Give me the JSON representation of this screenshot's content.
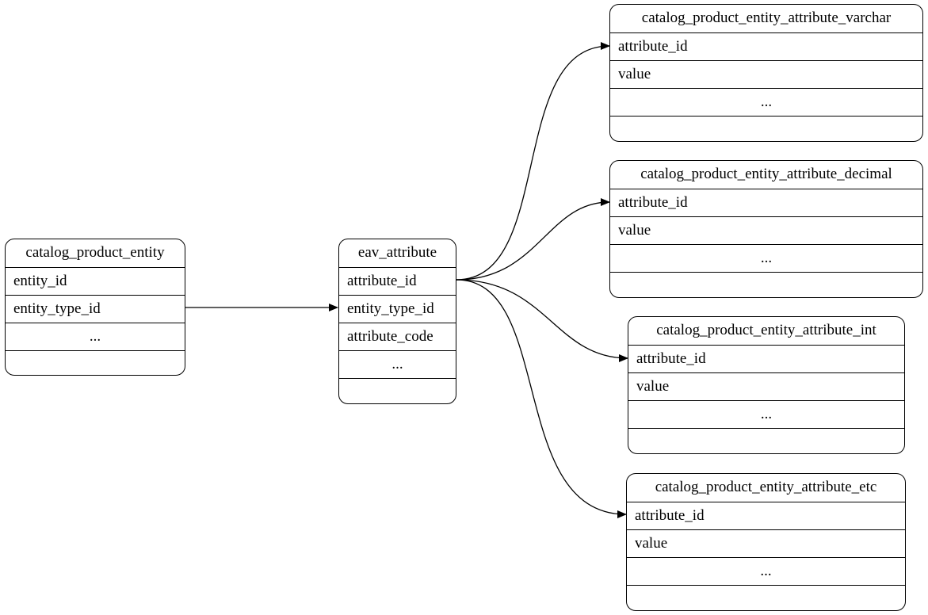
{
  "tables": {
    "cpe": {
      "name": "catalog_product_entity",
      "fields": [
        "entity_id",
        "entity_type_id"
      ],
      "more": "..."
    },
    "eav": {
      "name": "eav_attribute",
      "fields": [
        "attribute_id",
        "entity_type_id",
        "attribute_code"
      ],
      "more": "..."
    },
    "varchar": {
      "name": "catalog_product_entity_attribute_varchar",
      "fields": [
        "attribute_id",
        "value"
      ],
      "more": "..."
    },
    "decimal": {
      "name": "catalog_product_entity_attribute_decimal",
      "fields": [
        "attribute_id",
        "value"
      ],
      "more": "..."
    },
    "int": {
      "name": "catalog_product_entity_attribute_int",
      "fields": [
        "attribute_id",
        "value"
      ],
      "more": "..."
    },
    "etc": {
      "name": "catalog_product_entity_attribute_etc",
      "fields": [
        "attribute_id",
        "value"
      ],
      "more": "..."
    }
  },
  "relations": [
    {
      "from": "catalog_product_entity.entity_type_id",
      "to": "eav_attribute.entity_type_id"
    },
    {
      "from": "eav_attribute.attribute_id",
      "to": "catalog_product_entity_attribute_varchar.attribute_id"
    },
    {
      "from": "eav_attribute.attribute_id",
      "to": "catalog_product_entity_attribute_decimal.attribute_id"
    },
    {
      "from": "eav_attribute.attribute_id",
      "to": "catalog_product_entity_attribute_int.attribute_id"
    },
    {
      "from": "eav_attribute.attribute_id",
      "to": "catalog_product_entity_attribute_etc.attribute_id"
    }
  ],
  "colors": {
    "stroke": "#000000",
    "background": "#ffffff"
  }
}
